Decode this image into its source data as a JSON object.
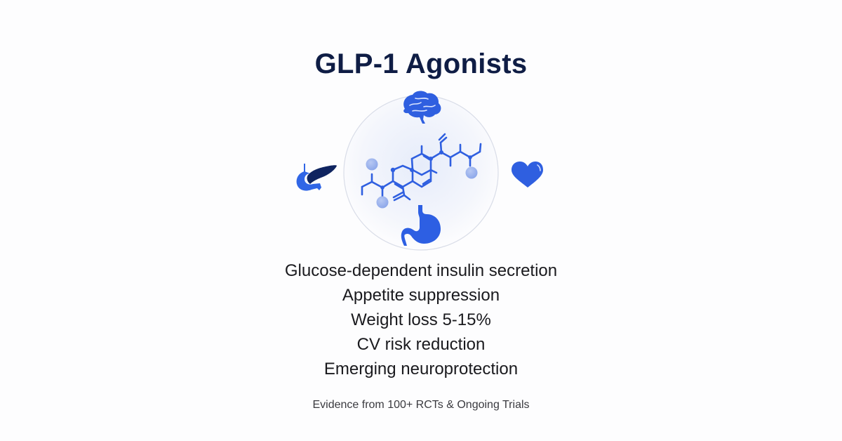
{
  "title": "GLP-1 Agonists",
  "illustration": {
    "center": "molecule-structure",
    "orbit_icons": [
      {
        "name": "brain-icon",
        "position": "top"
      },
      {
        "name": "pancreas-icon",
        "position": "left"
      },
      {
        "name": "heart-icon",
        "position": "right"
      },
      {
        "name": "stomach-icon",
        "position": "bottom"
      }
    ],
    "colors": {
      "primary_blue": "#2f5fe0",
      "dark_navy": "#0f2460",
      "light_node": "#a9bdf0",
      "circle_border": "#d7dbe6"
    }
  },
  "benefits": [
    "Glucose-dependent insulin secretion",
    "Appetite suppression",
    "Weight loss 5-15%",
    "CV risk reduction",
    "Emerging neuroprotection"
  ],
  "footer": "Evidence from 100+ RCTs & Ongoing Trials"
}
